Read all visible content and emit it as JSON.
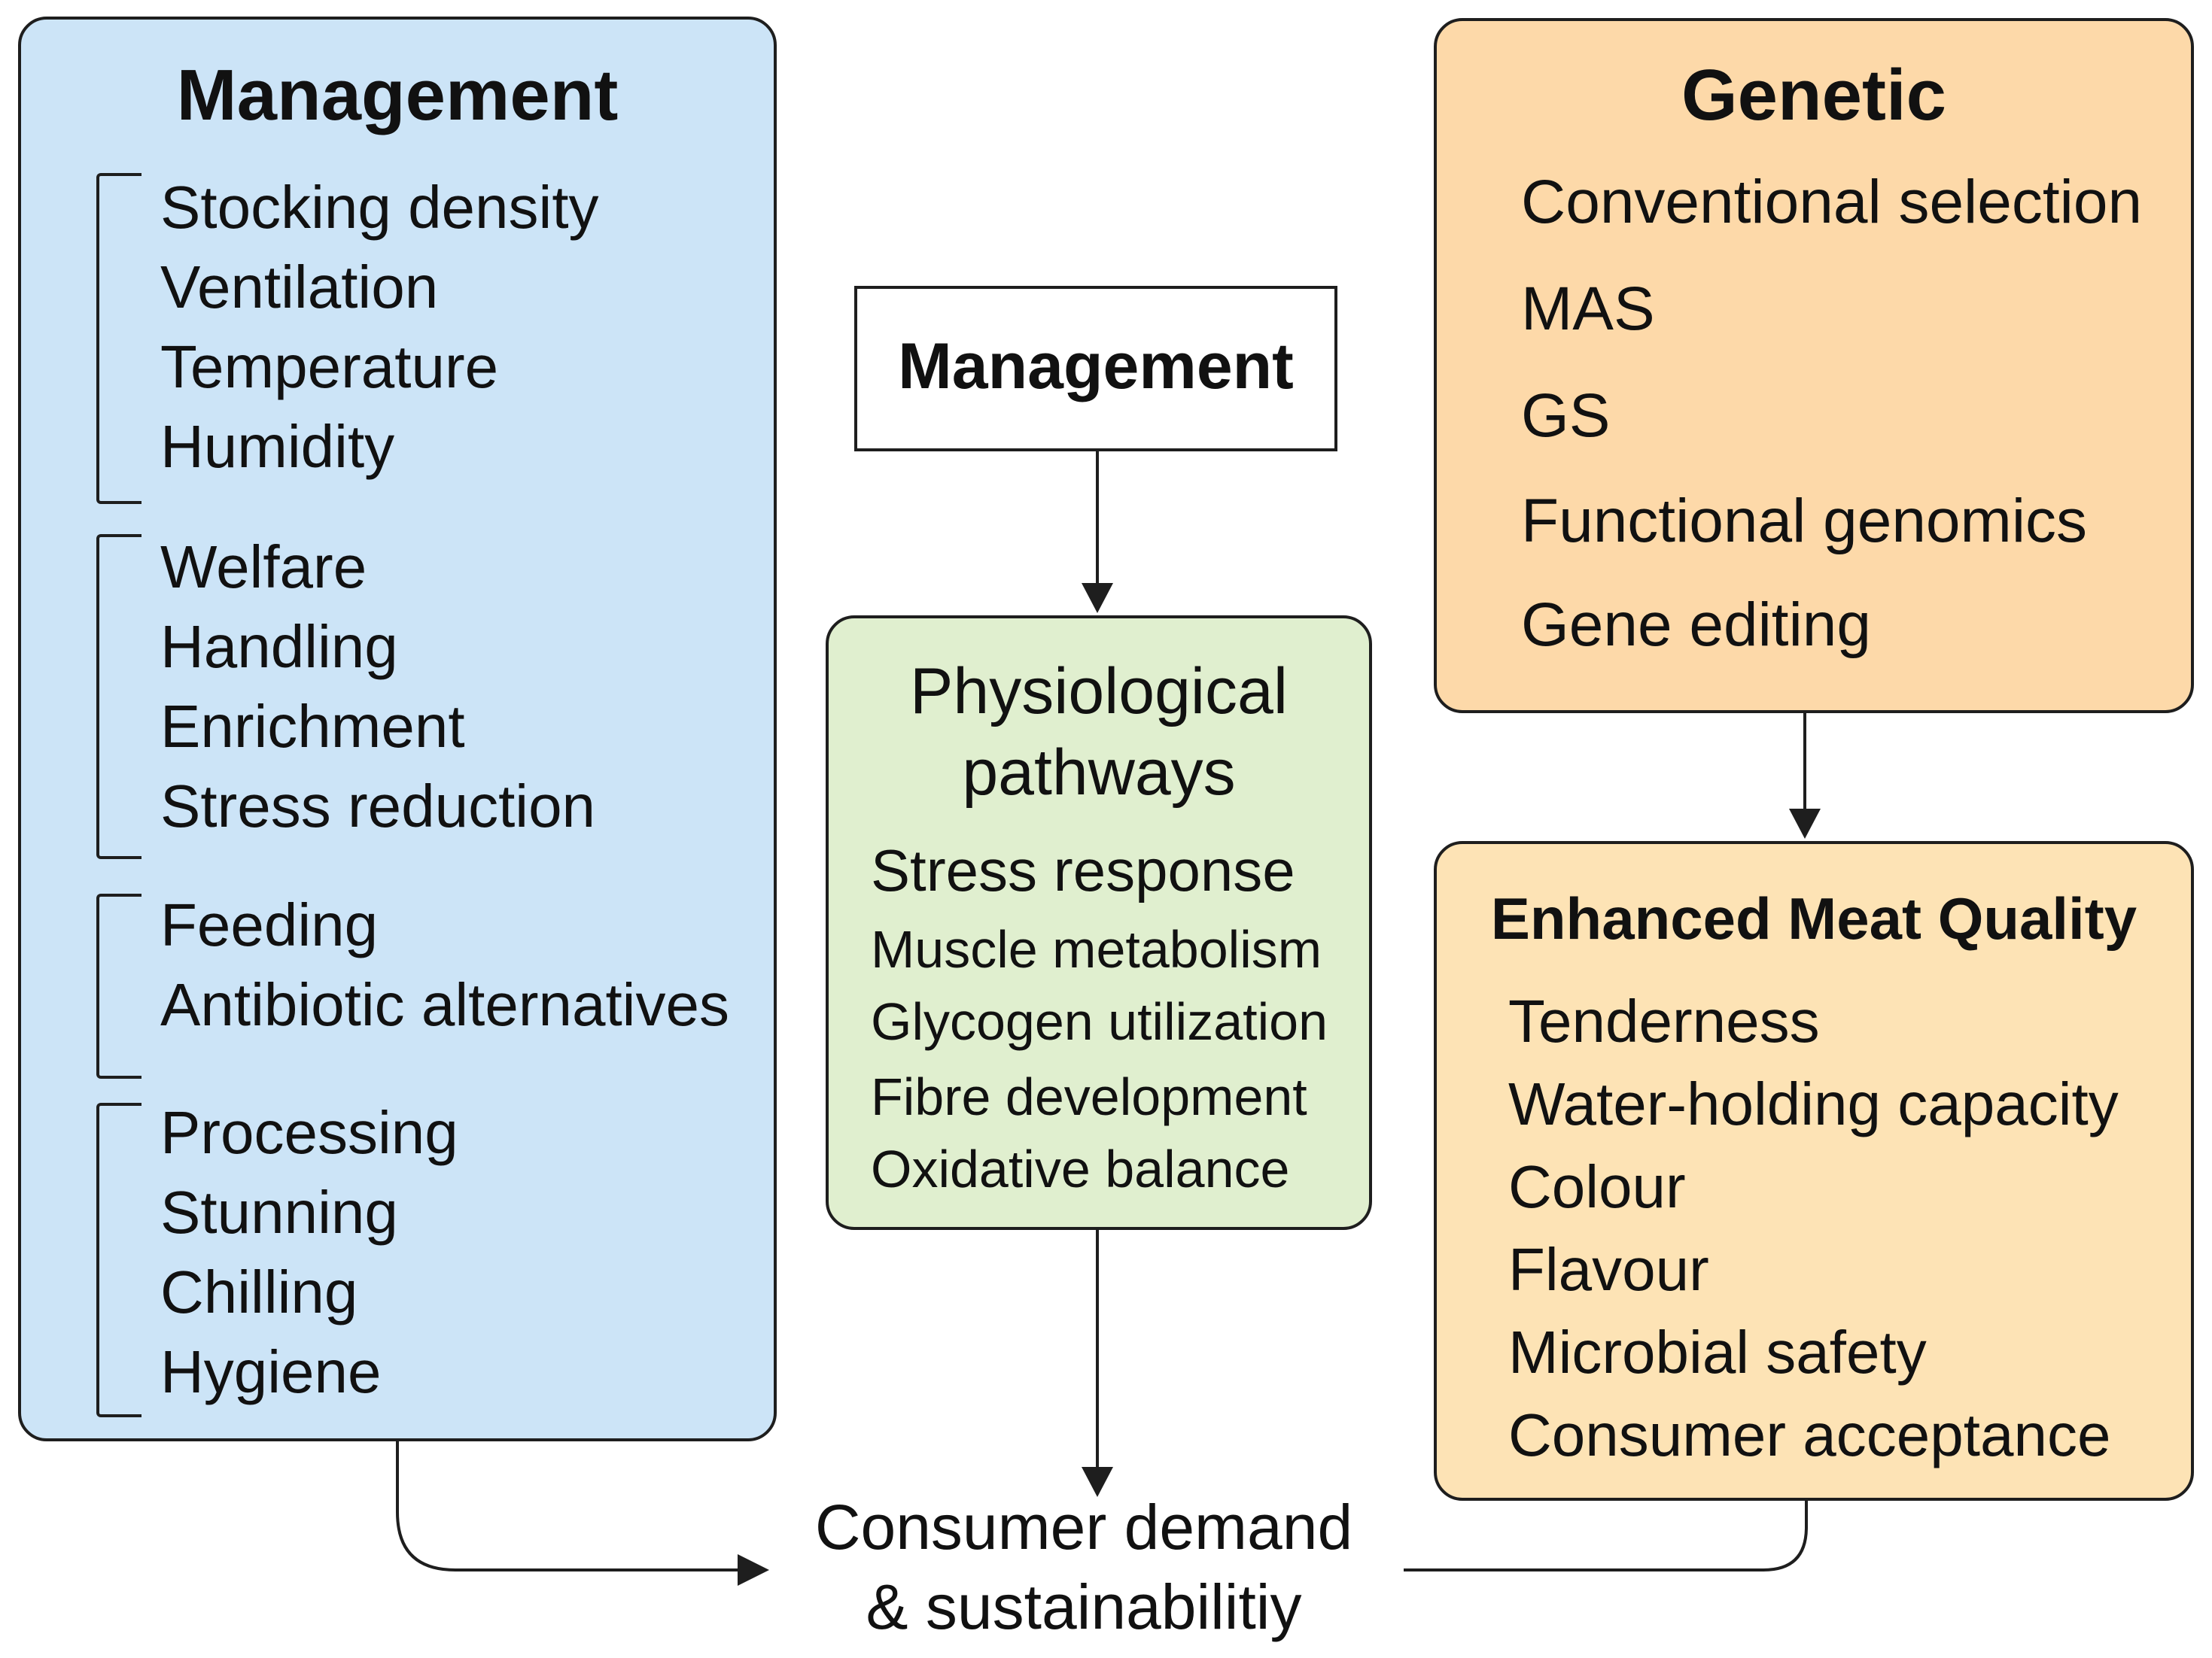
{
  "colors": {
    "management_fill": "#cce4f7",
    "physiology_fill": "#e0efcf",
    "genetic_fill": "#fdd9a9",
    "quality_fill": "#fde3b5",
    "stroke": "#1e1e1e"
  },
  "management_panel": {
    "title": "Management",
    "groups": [
      {
        "items": [
          "Stocking density",
          "Ventilation",
          "Temperature",
          "Humidity"
        ]
      },
      {
        "items": [
          "Welfare",
          "Handling",
          "Enrichment",
          "Stress reduction"
        ]
      },
      {
        "items": [
          "Feeding",
          "Antibiotic alternatives"
        ]
      },
      {
        "items": [
          "Processing",
          "Stunning",
          "Chilling",
          "Hygiene"
        ]
      }
    ]
  },
  "management_node": {
    "label": "Management"
  },
  "physiology": {
    "title_line1": "Physiological",
    "title_line2": "pathways",
    "items": [
      "Stress response",
      "Muscle metabolism",
      "Glycogen utilization",
      "Fibre development",
      "Oxidative balance"
    ]
  },
  "genetic": {
    "title": "Genetic",
    "items": [
      "Conventional selection",
      "MAS",
      "GS",
      "Functional genomics",
      "Gene editing"
    ]
  },
  "quality": {
    "title": "Enhanced Meat Quality",
    "items": [
      "Tenderness",
      "Water-holding capacity",
      "Colour",
      "Flavour",
      "Microbial safety",
      "Consumer acceptance"
    ]
  },
  "consumer": {
    "line1": "Consumer demand",
    "line2": "& sustainabilitiy"
  }
}
